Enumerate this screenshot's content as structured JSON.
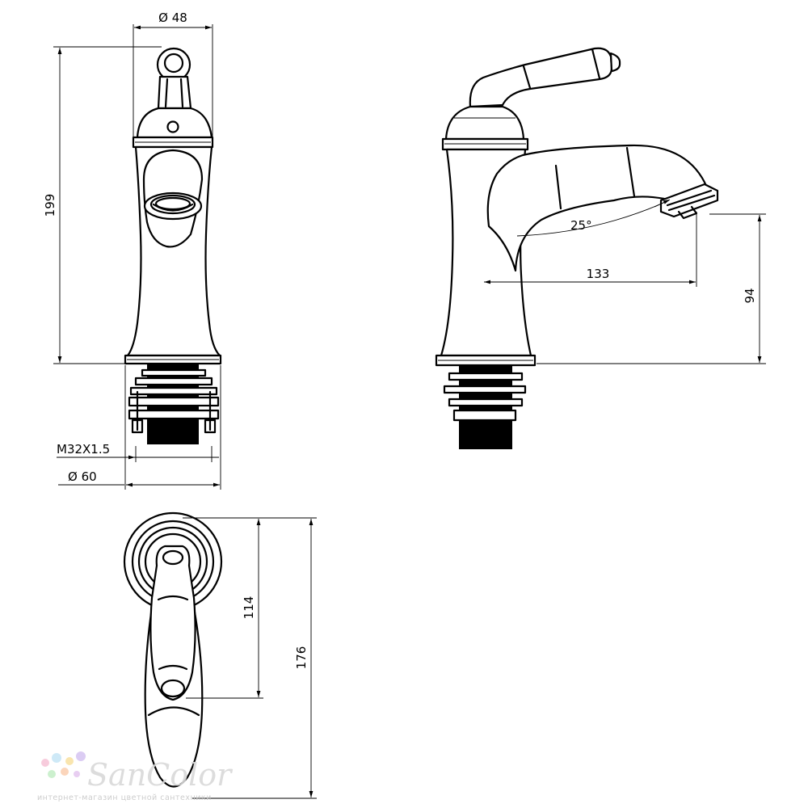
{
  "dimensions": {
    "top_width": "Ø 48",
    "height": "199",
    "thread": "M32X1.5",
    "base_diameter": "Ø 60",
    "spout_angle": "25°",
    "spout_reach": "133",
    "spout_height": "94",
    "handle_length": "114",
    "total_length": "176"
  },
  "watermark": {
    "brand": "SanColor",
    "tagline": "интернет-магазин цветной сантехники"
  },
  "colors": {
    "line": "#000000",
    "watermark": "#d9d9d9",
    "dots": [
      "#f7c6d9",
      "#c9e7f7",
      "#f9e3a6",
      "#d8c7f2",
      "#c7efc9",
      "#fbd1b4",
      "#e6c9f0"
    ]
  }
}
